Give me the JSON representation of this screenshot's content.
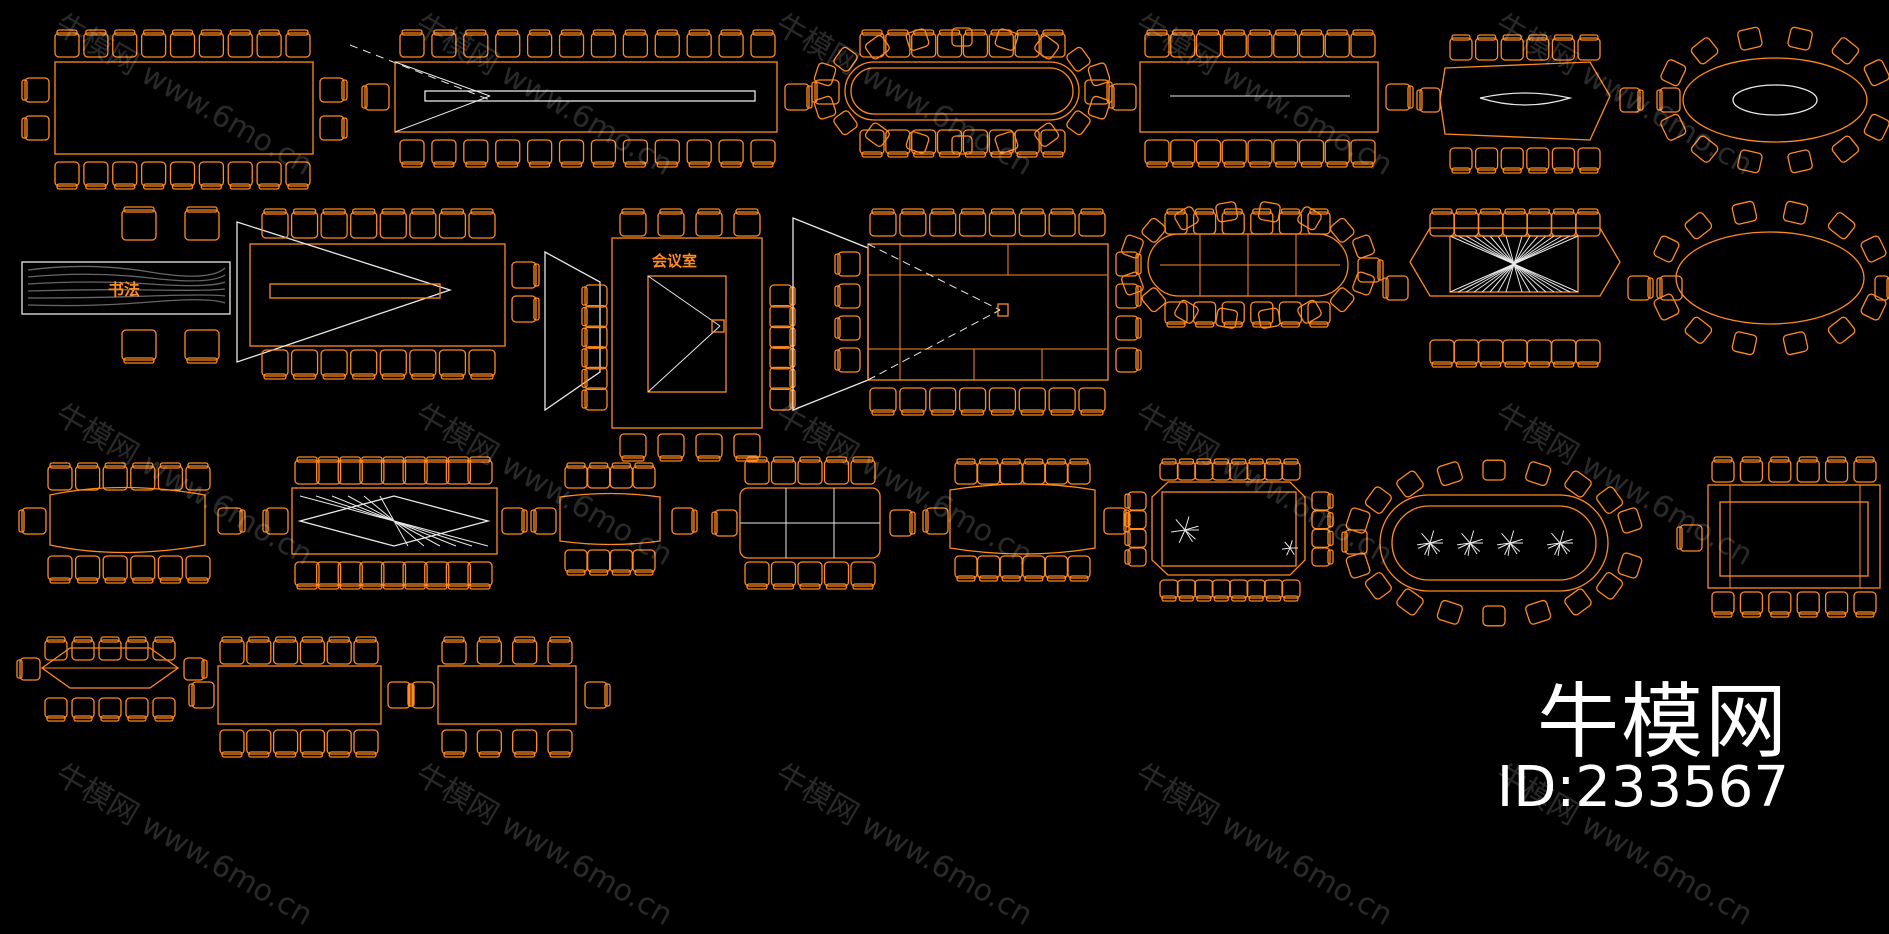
{
  "labels": {
    "calligraphy": "书法",
    "meeting_room": "会议室"
  },
  "brand": {
    "name": "牛模网",
    "id": "ID:233567"
  },
  "watermark": {
    "text": "牛模网 www.6mo.cn"
  },
  "colors": {
    "line": "#ff8a1e",
    "white": "#e8e8e8",
    "background": "#000000"
  }
}
